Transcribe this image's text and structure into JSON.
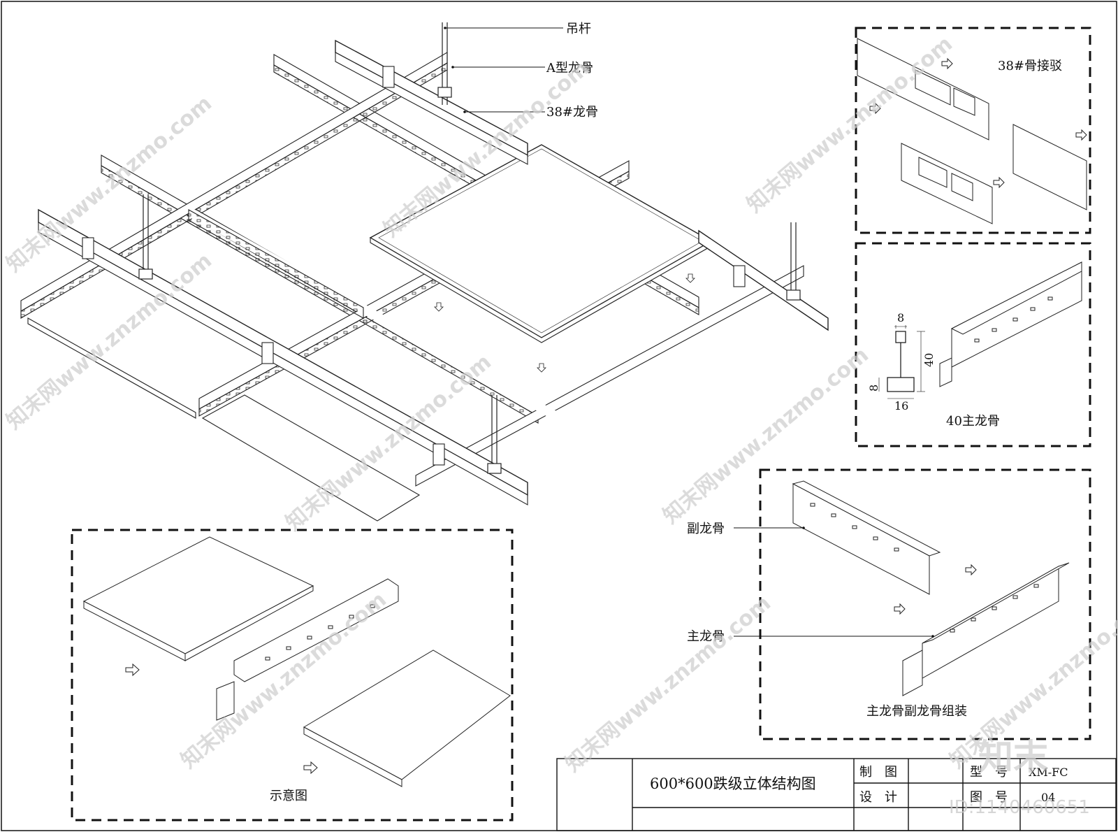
{
  "labels": {
    "rod": "吊杆",
    "a_keel": "A型龙骨",
    "keel38": "38#龙骨",
    "joint38": "38#骨接驳",
    "main40": "40主龙骨",
    "sub_keel": "副龙骨",
    "main_keel": "主龙骨",
    "assembly": "主龙骨副龙骨组装",
    "schematic": "示意图"
  },
  "dims": {
    "top": "8",
    "height": "40",
    "side": "8",
    "base": "16"
  },
  "title_block": {
    "title": "600*600跌级立体结构图",
    "made_by": "制　图",
    "design": "设　计",
    "model_label": "型　号",
    "model_value": "XM-FC",
    "drawing_no_label": "图　号",
    "drawing_no_value": "04"
  },
  "watermark": {
    "text": "知末网www.znzmo.com",
    "logo": "知末",
    "id": "ID:1140460651"
  }
}
